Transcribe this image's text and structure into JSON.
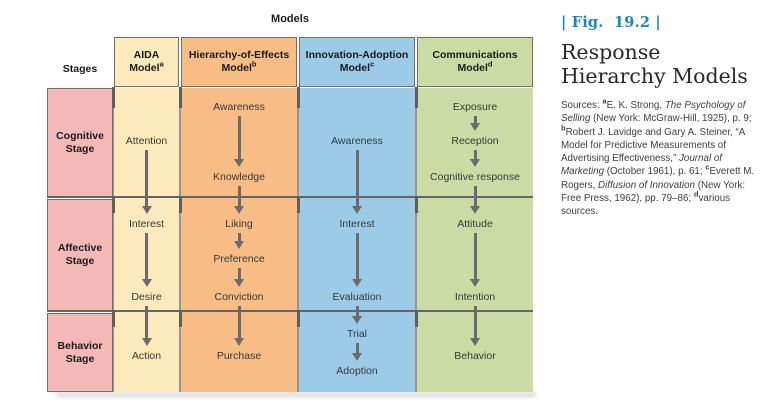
{
  "caption": {
    "fig_tag": "| Fig.  19.2 |",
    "title": "Response Hierarchy Models",
    "accent": "#1487c4",
    "sources_segments": [
      {
        "t": "Sources: "
      },
      {
        "t": "a",
        "sup": true
      },
      {
        "t": "E. K. Strong, "
      },
      {
        "t": "The Psychology of Selling",
        "i": true
      },
      {
        "t": " (New York: McGraw-Hill, 1925), p. 9; "
      },
      {
        "t": "b",
        "sup": true
      },
      {
        "t": "Robert J. Lavidge and Gary A. Steiner, “A Model for Predictive Measurements of Advertising Effectiveness,” "
      },
      {
        "t": "Journal of Marketing",
        "i": true
      },
      {
        "t": " (October 1961), p. 61; "
      },
      {
        "t": "c",
        "sup": true
      },
      {
        "t": "Everett M. Rogers, "
      },
      {
        "t": "Diffusion of Innovation",
        "i": true
      },
      {
        "t": " (New York: Free Press, 1962), pp. 79–86; "
      },
      {
        "t": "d",
        "sup": true
      },
      {
        "t": "various sources."
      }
    ]
  },
  "diagram": {
    "title": "Models",
    "stages_label": "Stages",
    "stage_fill": "#f4b8b6",
    "colors": {
      "row_line": "#636466",
      "tick": "#5e5f61",
      "arrow": "#6b6b6d",
      "box_border": "#6f6e70",
      "divider_bg": "#97948f"
    },
    "row_labels": [
      {
        "id": "cognitive",
        "line1": "Cognitive",
        "line2": "Stage"
      },
      {
        "id": "affective",
        "line1": "Affective",
        "line2": "Stage"
      },
      {
        "id": "behavior",
        "line1": "Behavior",
        "line2": "Stage"
      }
    ],
    "columns": [
      {
        "id": "aida",
        "header_line1": "AIDA",
        "header_line2": "Model",
        "header_sup": "a",
        "fill": "#fce9bc",
        "items": [
          {
            "label": "Attention",
            "row": "cognitive",
            "slot": 1
          },
          {
            "label": "Interest",
            "row": "affective",
            "slot": 0
          },
          {
            "label": "Desire",
            "row": "affective",
            "slot": 2
          },
          {
            "label": "Action",
            "row": "behavior",
            "slot": 1
          }
        ]
      },
      {
        "id": "hierarchy-of-effects",
        "header_line1": "Hierarchy-of-Effects",
        "header_line2": "Model",
        "header_sup": "b",
        "fill": "#f7bd85",
        "items": [
          {
            "label": "Awareness",
            "row": "cognitive",
            "slot": 0
          },
          {
            "label": "Knowledge",
            "row": "cognitive",
            "slot": 2
          },
          {
            "label": "Liking",
            "row": "affective",
            "slot": 0
          },
          {
            "label": "Preference",
            "row": "affective",
            "slot": 1
          },
          {
            "label": "Conviction",
            "row": "affective",
            "slot": 2
          },
          {
            "label": "Purchase",
            "row": "behavior",
            "slot": 1
          }
        ]
      },
      {
        "id": "innovation-adoption",
        "header_line1": "Innovation-Adoption",
        "header_line2": "Model",
        "header_sup": "c",
        "fill": "#9bcbe6",
        "items": [
          {
            "label": "Awareness",
            "row": "cognitive",
            "slot": 1
          },
          {
            "label": "Interest",
            "row": "affective",
            "slot": 0
          },
          {
            "label": "Evaluation",
            "row": "affective",
            "slot": 2
          },
          {
            "label": "Trial",
            "row": "behavior",
            "slot": 0
          },
          {
            "label": "Adoption",
            "row": "behavior",
            "slot": 2
          }
        ]
      },
      {
        "id": "communications",
        "header_line1": "Communications",
        "header_line2": "Model",
        "header_sup": "d",
        "fill": "#cadca4",
        "items": [
          {
            "label": "Exposure",
            "row": "cognitive",
            "slot": 0
          },
          {
            "label": "Reception",
            "row": "cognitive",
            "slot": 1
          },
          {
            "label": "Cognitive response",
            "row": "cognitive",
            "slot": 2
          },
          {
            "label": "Attitude",
            "row": "affective",
            "slot": 0
          },
          {
            "label": "Intention",
            "row": "affective",
            "slot": 2
          },
          {
            "label": "Behavior",
            "row": "behavior",
            "slot": 1
          }
        ]
      }
    ]
  }
}
